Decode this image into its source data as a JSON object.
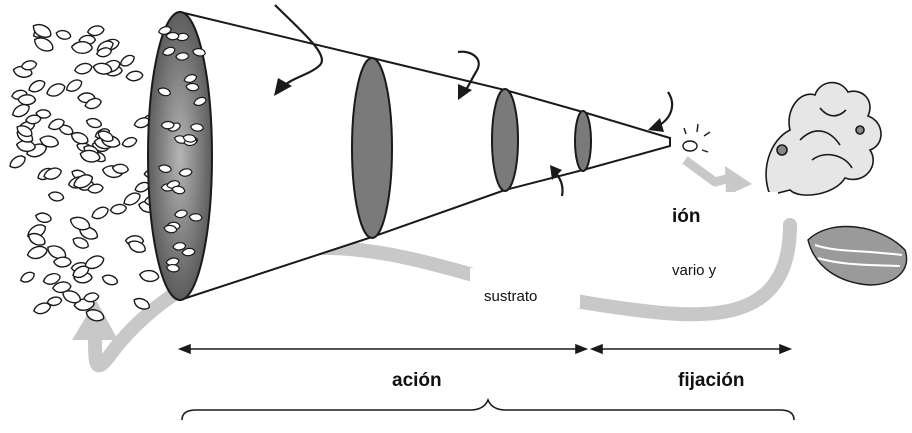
{
  "labels": {
    "label_metamorphosis_partial": "ión",
    "label_substrate_partial": "vario y",
    "label_substrate": "sustrato",
    "label_dispersion_partial": "ación",
    "label_fixation_partial": "fijación"
  },
  "colors": {
    "ink": "#1a1a1a",
    "cone_inner": "#6e6e6e",
    "cycle_arrow": "#c8c8c8",
    "panel": "#ffffff"
  },
  "icons": {
    "larvae": "larva-icon",
    "predation_arrow": "curved-arrow-icon",
    "coral": "coral-icon",
    "clam": "giant-clam-icon"
  }
}
